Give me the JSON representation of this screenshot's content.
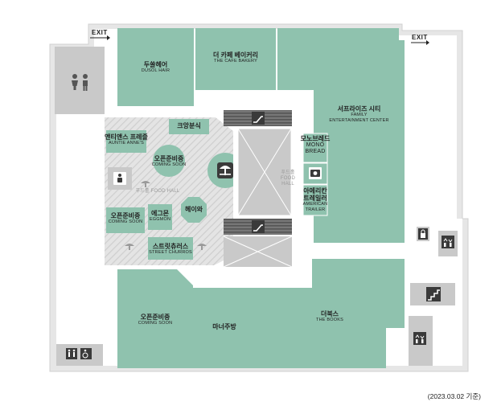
{
  "exits": {
    "left": "EXIT",
    "right": "EXIT"
  },
  "stores": {
    "dusol": {
      "ko": "두쏠헤어",
      "en": "DUSOL HAIR"
    },
    "cafe": {
      "ko": "더 카페 베이커리",
      "en": "THE CAFE BAKERY"
    },
    "surprise": {
      "ko": "서프라이즈 시티",
      "en1": "FAMILY",
      "en2": "ENTERTAINMENT CENTER"
    },
    "kr_snack": {
      "ko": "크앙분식"
    },
    "auntie": {
      "ko": "앤티앤스 프레즐",
      "en": "AUNTIE ANNE'S"
    },
    "open1": {
      "ko": "오픈준비중",
      "en": "COMING SOON"
    },
    "open2": {
      "ko": "오픈준비중",
      "en": "COMING SOON"
    },
    "eggmon": {
      "ko": "에그몬",
      "en": "EGGMON"
    },
    "heywa": {
      "ko": "헤이와"
    },
    "churros": {
      "ko": "스트릿츄러스",
      "en": "STREET CHURROS"
    },
    "mono": {
      "ko": "모노브레드",
      "en1": "MONO",
      "en2": "BREAD"
    },
    "american": {
      "ko1": "아메리칸",
      "ko2": "트레일러",
      "en1": "AMERICAN",
      "en2": "TRAILER"
    },
    "open3": {
      "ko": "오픈준비중",
      "en": "COMING SOON"
    },
    "manner": {
      "ko": "마너주방"
    },
    "books": {
      "ko": "더북스",
      "en": "THE BOOKS"
    }
  },
  "foodhall": {
    "left": {
      "ko": "푸드홀",
      "en": "FOOD HALL"
    },
    "right": {
      "ko": "푸드홀",
      "en1": "FOOD",
      "en2": "HALL"
    }
  },
  "icons": [
    "restroom-icon",
    "escalator-icon",
    "elevator-icon",
    "baby-care-icon",
    "food-hall-icon",
    "photo-zone-icon",
    "locker-icon",
    "stairs-icon",
    "accessible-restroom-icon"
  ],
  "colors": {
    "store": "#8fc2ae",
    "store_border": "#6fa892",
    "grey_block": "#c9c9c9",
    "corridor": "#e9e9e9",
    "dark_icon": "#3a3a3a"
  },
  "note": "(2023.03.02 기준)"
}
